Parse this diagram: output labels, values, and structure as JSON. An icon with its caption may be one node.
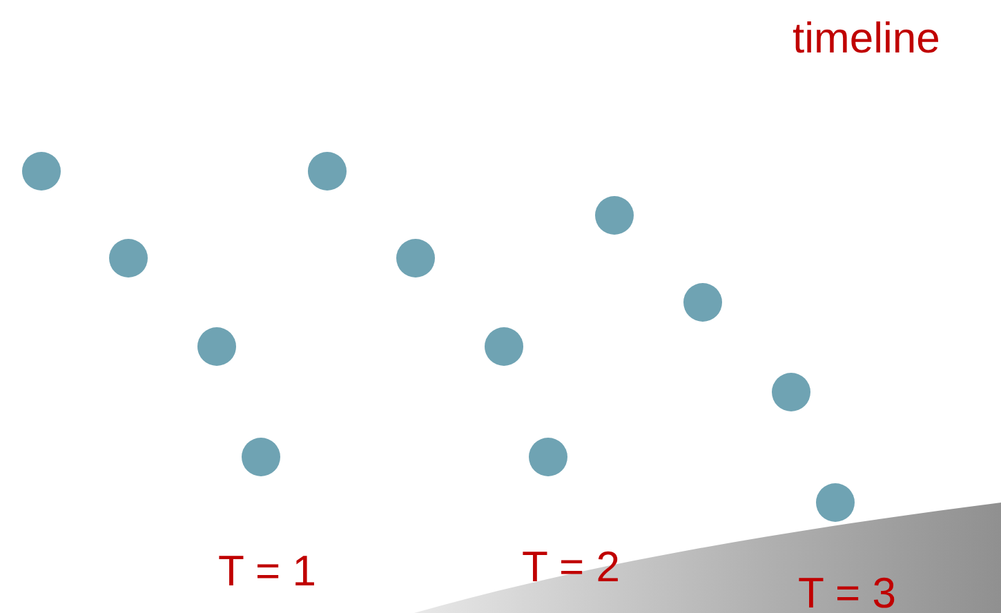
{
  "diagram": {
    "labels": [
      "timeline",
      "T = 1",
      "T = 2",
      "T = 3"
    ]
  }
}
